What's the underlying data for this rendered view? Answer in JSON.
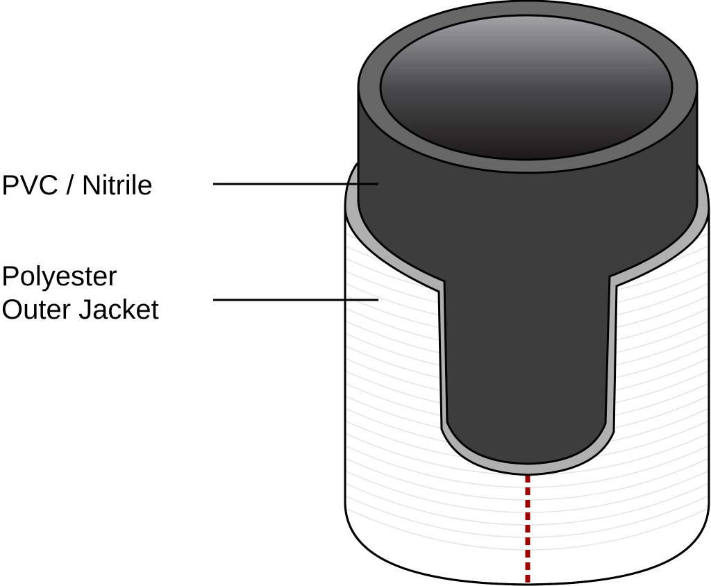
{
  "diagram": {
    "subject": "Layered hose cross-section",
    "labels": [
      {
        "id": "inner-tube",
        "lines": [
          "PVC / Nitrile"
        ]
      },
      {
        "id": "outer-jacket",
        "lines": [
          "Polyester",
          "Outer Jacket"
        ]
      }
    ],
    "colors": {
      "inner_tube_fill": "#3d3d3d",
      "inner_tube_rim": "#666666",
      "bore_top": "#a0a0a4",
      "bore_bottom": "#1e1b1c",
      "gap_layer": "#b0b0b0",
      "jacket_fill": "#ffffff",
      "jacket_weave": "#e2e2e2",
      "seam": "#a00000",
      "outline": "#000000"
    }
  }
}
